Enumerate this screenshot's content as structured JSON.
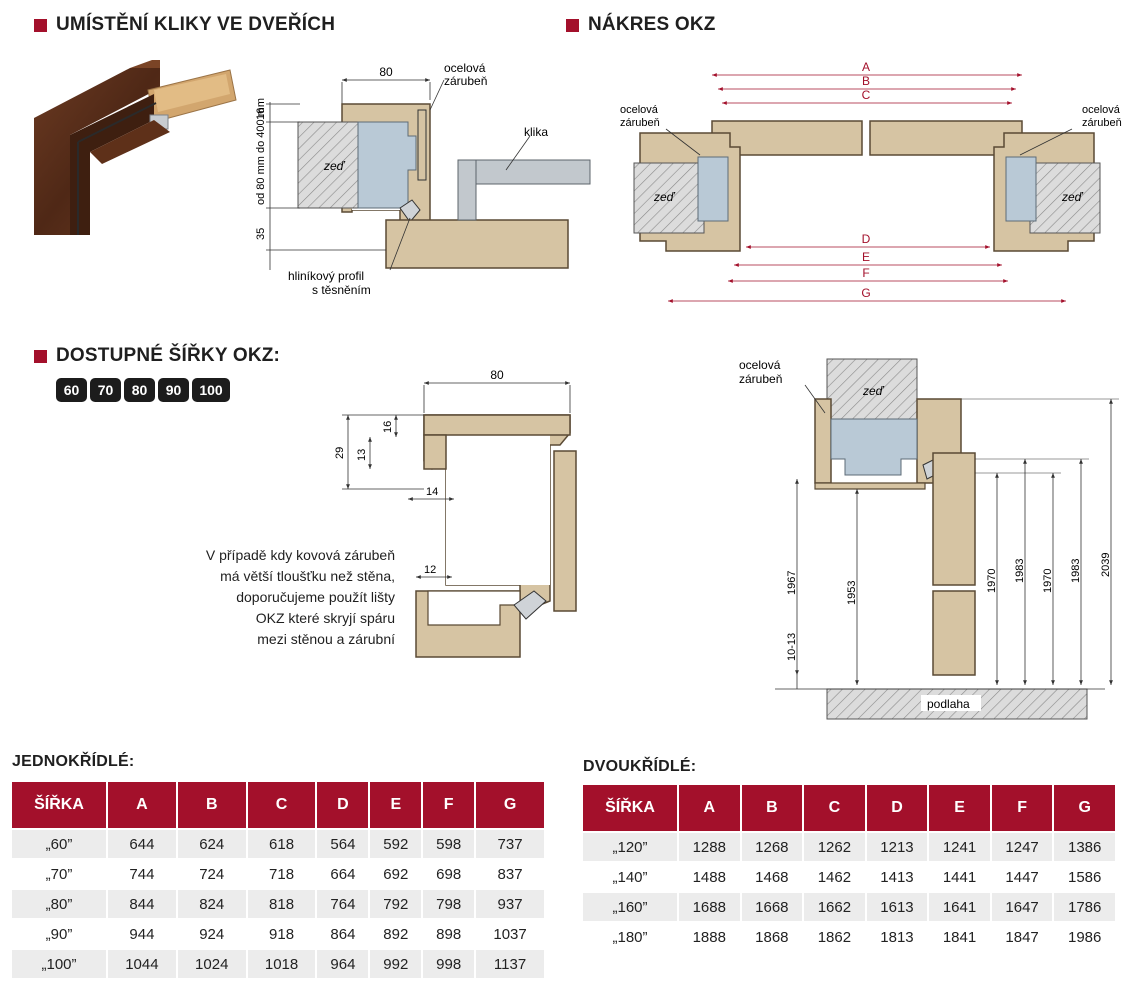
{
  "sections": {
    "handle_title": "UMÍSTĚNÍ KLIKY VE DVEŘÍCH",
    "drawing_title": "NÁKRES OKZ",
    "widths_title": "DOSTUPNÉ ŠÍŘKY OKZ:"
  },
  "widths": [
    "60",
    "70",
    "80",
    "90",
    "100"
  ],
  "diagram1": {
    "dim_top": "80",
    "dim_16": "16",
    "dim_range": "od 80 mm do 400 mm",
    "dim_35": "35",
    "wall_label": "zeď",
    "frame_label": "ocelová zárubeň",
    "handle_label": "klika",
    "profile_label": "hliníkový profil s těsněním"
  },
  "diagram2": {
    "dims": [
      "A",
      "B",
      "C",
      "D",
      "E",
      "F",
      "G"
    ],
    "frame_label_left": "ocelová zárubeň",
    "frame_label_right": "ocelová zárubeň",
    "wall_left": "zeď",
    "wall_right": "zeď"
  },
  "diagram3": {
    "dim_top": "80",
    "dim_29": "29",
    "dim_16": "16",
    "dim_13": "13",
    "dim_14": "14",
    "dim_12": "12"
  },
  "note": {
    "lines": [
      "V případě kdy kovová zárubeň",
      "má větší tloušťku než stěna,",
      "doporučujeme použít lišty",
      "OKZ které skryjí spáru",
      "mezi stěnou a zárubní"
    ]
  },
  "diagram4": {
    "frame_label": "ocelová zárubeň",
    "wall_label": "zeď",
    "floor_label": "podlaha",
    "dims": [
      "1967",
      "10-13",
      "1953",
      "1970",
      "1983",
      "1970",
      "1983",
      "2039"
    ]
  },
  "single": {
    "title": "JEDNOKŘÍDLÉ:",
    "headers": [
      "ŠÍŘKA",
      "A",
      "B",
      "C",
      "D",
      "E",
      "F",
      "G"
    ],
    "rows": [
      [
        "„60”",
        "644",
        "624",
        "618",
        "564",
        "592",
        "598",
        "737"
      ],
      [
        "„70”",
        "744",
        "724",
        "718",
        "664",
        "692",
        "698",
        "837"
      ],
      [
        "„80”",
        "844",
        "824",
        "818",
        "764",
        "792",
        "798",
        "937"
      ],
      [
        "„90”",
        "944",
        "924",
        "918",
        "864",
        "892",
        "898",
        "1037"
      ],
      [
        "„100”",
        "1044",
        "1024",
        "1018",
        "964",
        "992",
        "998",
        "1137"
      ]
    ]
  },
  "double": {
    "title": "DVOUKŘÍDLÉ:",
    "headers": [
      "ŠÍŘKA",
      "A",
      "B",
      "C",
      "D",
      "E",
      "F",
      "G"
    ],
    "rows": [
      [
        "„120”",
        "1288",
        "1268",
        "1262",
        "1213",
        "1241",
        "1247",
        "1386"
      ],
      [
        "„140”",
        "1488",
        "1468",
        "1462",
        "1413",
        "1441",
        "1447",
        "1586"
      ],
      [
        "„160”",
        "1688",
        "1668",
        "1662",
        "1613",
        "1641",
        "1647",
        "1786"
      ],
      [
        "„180”",
        "1888",
        "1868",
        "1862",
        "1813",
        "1841",
        "1847",
        "1986"
      ]
    ]
  },
  "colors": {
    "accent": "#a3102b",
    "frame_fill": "#d6c4a3",
    "frame_stroke": "#5a4a35",
    "glass_fill": "#b9c9d6",
    "dim_red": "#a3102b"
  }
}
